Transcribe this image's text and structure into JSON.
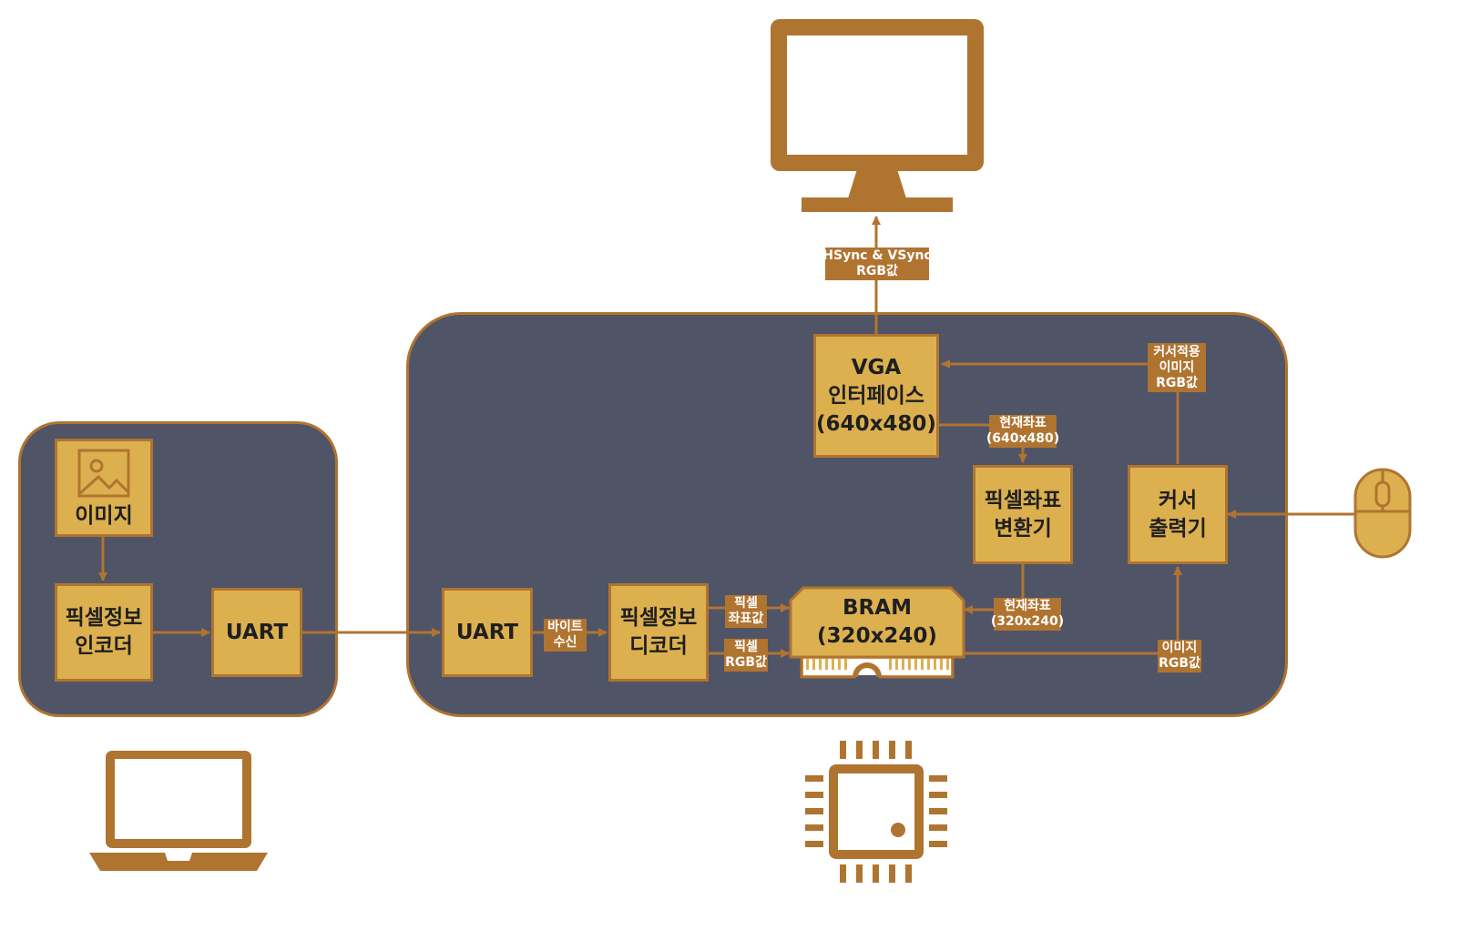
{
  "colors": {
    "panel": "#4f5466",
    "block": "#dcb04f",
    "accent": "#b07431"
  },
  "icons": [
    "monitor-icon",
    "image-icon",
    "mouse-icon",
    "laptop-icon",
    "chip-icon"
  ],
  "pc": {
    "image_block": "이미지",
    "encoder": {
      "line1": "픽셀정보",
      "line2": "인코더"
    },
    "uart": "UART"
  },
  "fpga": {
    "uart": "UART",
    "decoder": {
      "line1": "픽셀정보",
      "line2": "디코더"
    },
    "bram": {
      "line1": "BRAM",
      "line2": "(320x240)"
    },
    "vga": {
      "line1": "VGA",
      "line2": "인터페이스",
      "line3": "(640x480)"
    },
    "converter": {
      "line1": "픽셀좌표",
      "line2": "변환기"
    },
    "cursor": {
      "line1": "커서",
      "line2": "출력기"
    }
  },
  "signals": {
    "sync": {
      "line1": "HSync & VSync",
      "line2": "RGB값"
    },
    "byte_rx": {
      "line1": "바이트",
      "line2": "수신"
    },
    "pixel_coord": {
      "line1": "픽셀",
      "line2": "좌표값"
    },
    "pixel_rgb": {
      "line1": "픽셀",
      "line2": "RGB값"
    },
    "current_coord_vga": {
      "line1": "현재좌표",
      "line2": "(640x480)"
    },
    "current_coord_bram": {
      "line1": "현재좌표",
      "line2": "(320x240)"
    },
    "cursor_rgb": {
      "line1": "커서적용",
      "line2": "이미지",
      "line3": "RGB값"
    },
    "image_rgb": {
      "line1": "이미지",
      "line2": "RGB값"
    }
  }
}
